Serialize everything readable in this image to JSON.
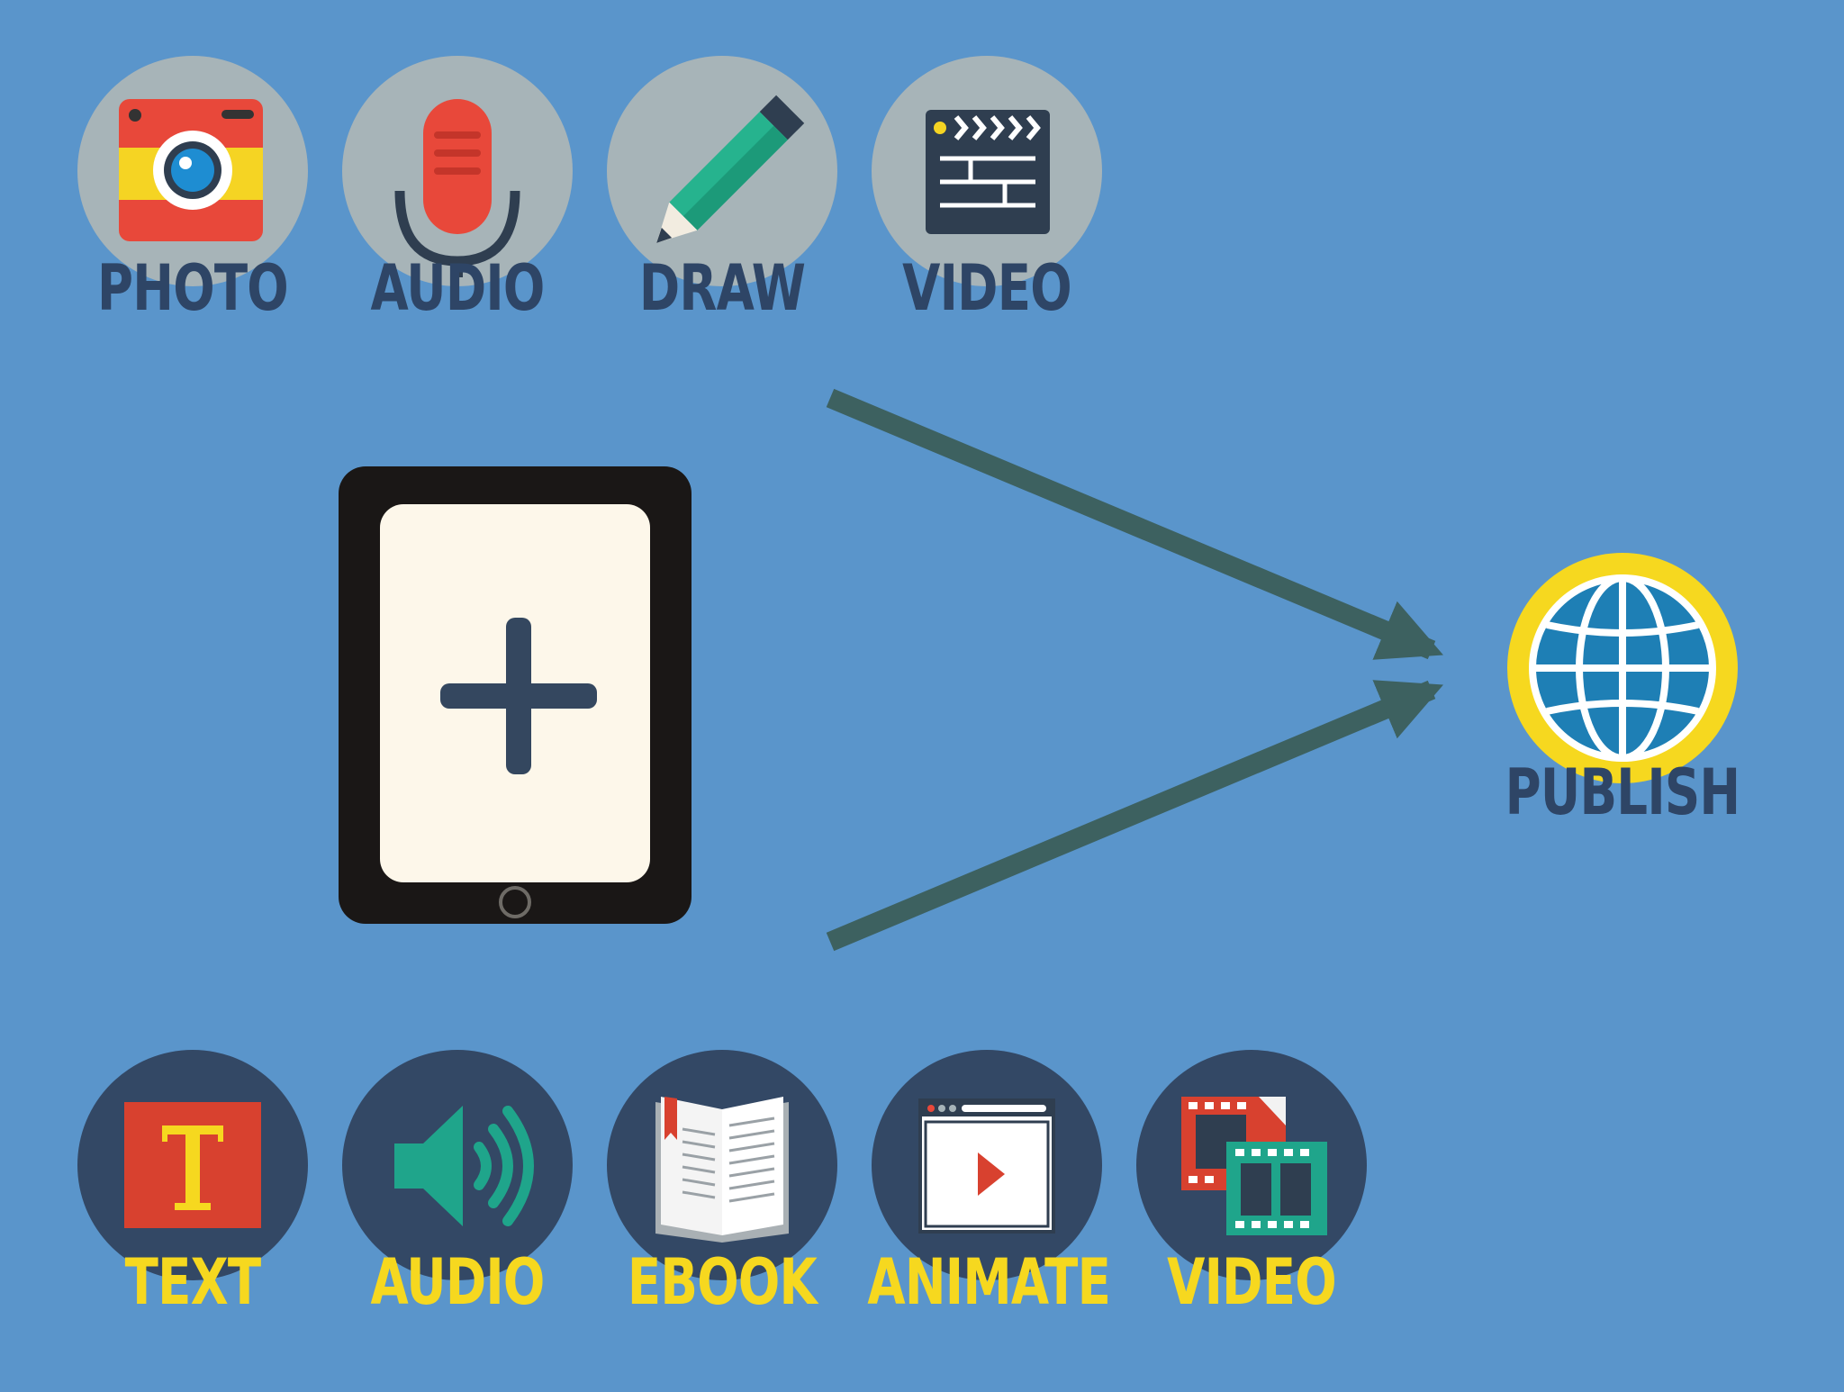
{
  "colors": {
    "background": "#5a95cb",
    "input_circle": "#a7b4b8",
    "output_circle": "#334865",
    "input_label": "#2e4566",
    "output_label": "#f6d81f",
    "arrow": "#3d6160",
    "publish_ring": "#f6d81f"
  },
  "inputs": [
    {
      "label": "PHOTO",
      "icon": "camera-icon"
    },
    {
      "label": "AUDIO",
      "icon": "microphone-icon"
    },
    {
      "label": "DRAW",
      "icon": "pencil-icon"
    },
    {
      "label": "VIDEO",
      "icon": "clapperboard-icon"
    }
  ],
  "outputs": [
    {
      "label": "TEXT",
      "icon": "text-icon"
    },
    {
      "label": "AUDIO",
      "icon": "speaker-icon"
    },
    {
      "label": "EBOOK",
      "icon": "book-icon"
    },
    {
      "label": "ANIMATE",
      "icon": "play-window-icon"
    },
    {
      "label": "VIDEO",
      "icon": "film-icon"
    }
  ],
  "center": {
    "icon": "tablet-add-icon"
  },
  "publish": {
    "label": "PUBLISH",
    "icon": "globe-icon"
  }
}
